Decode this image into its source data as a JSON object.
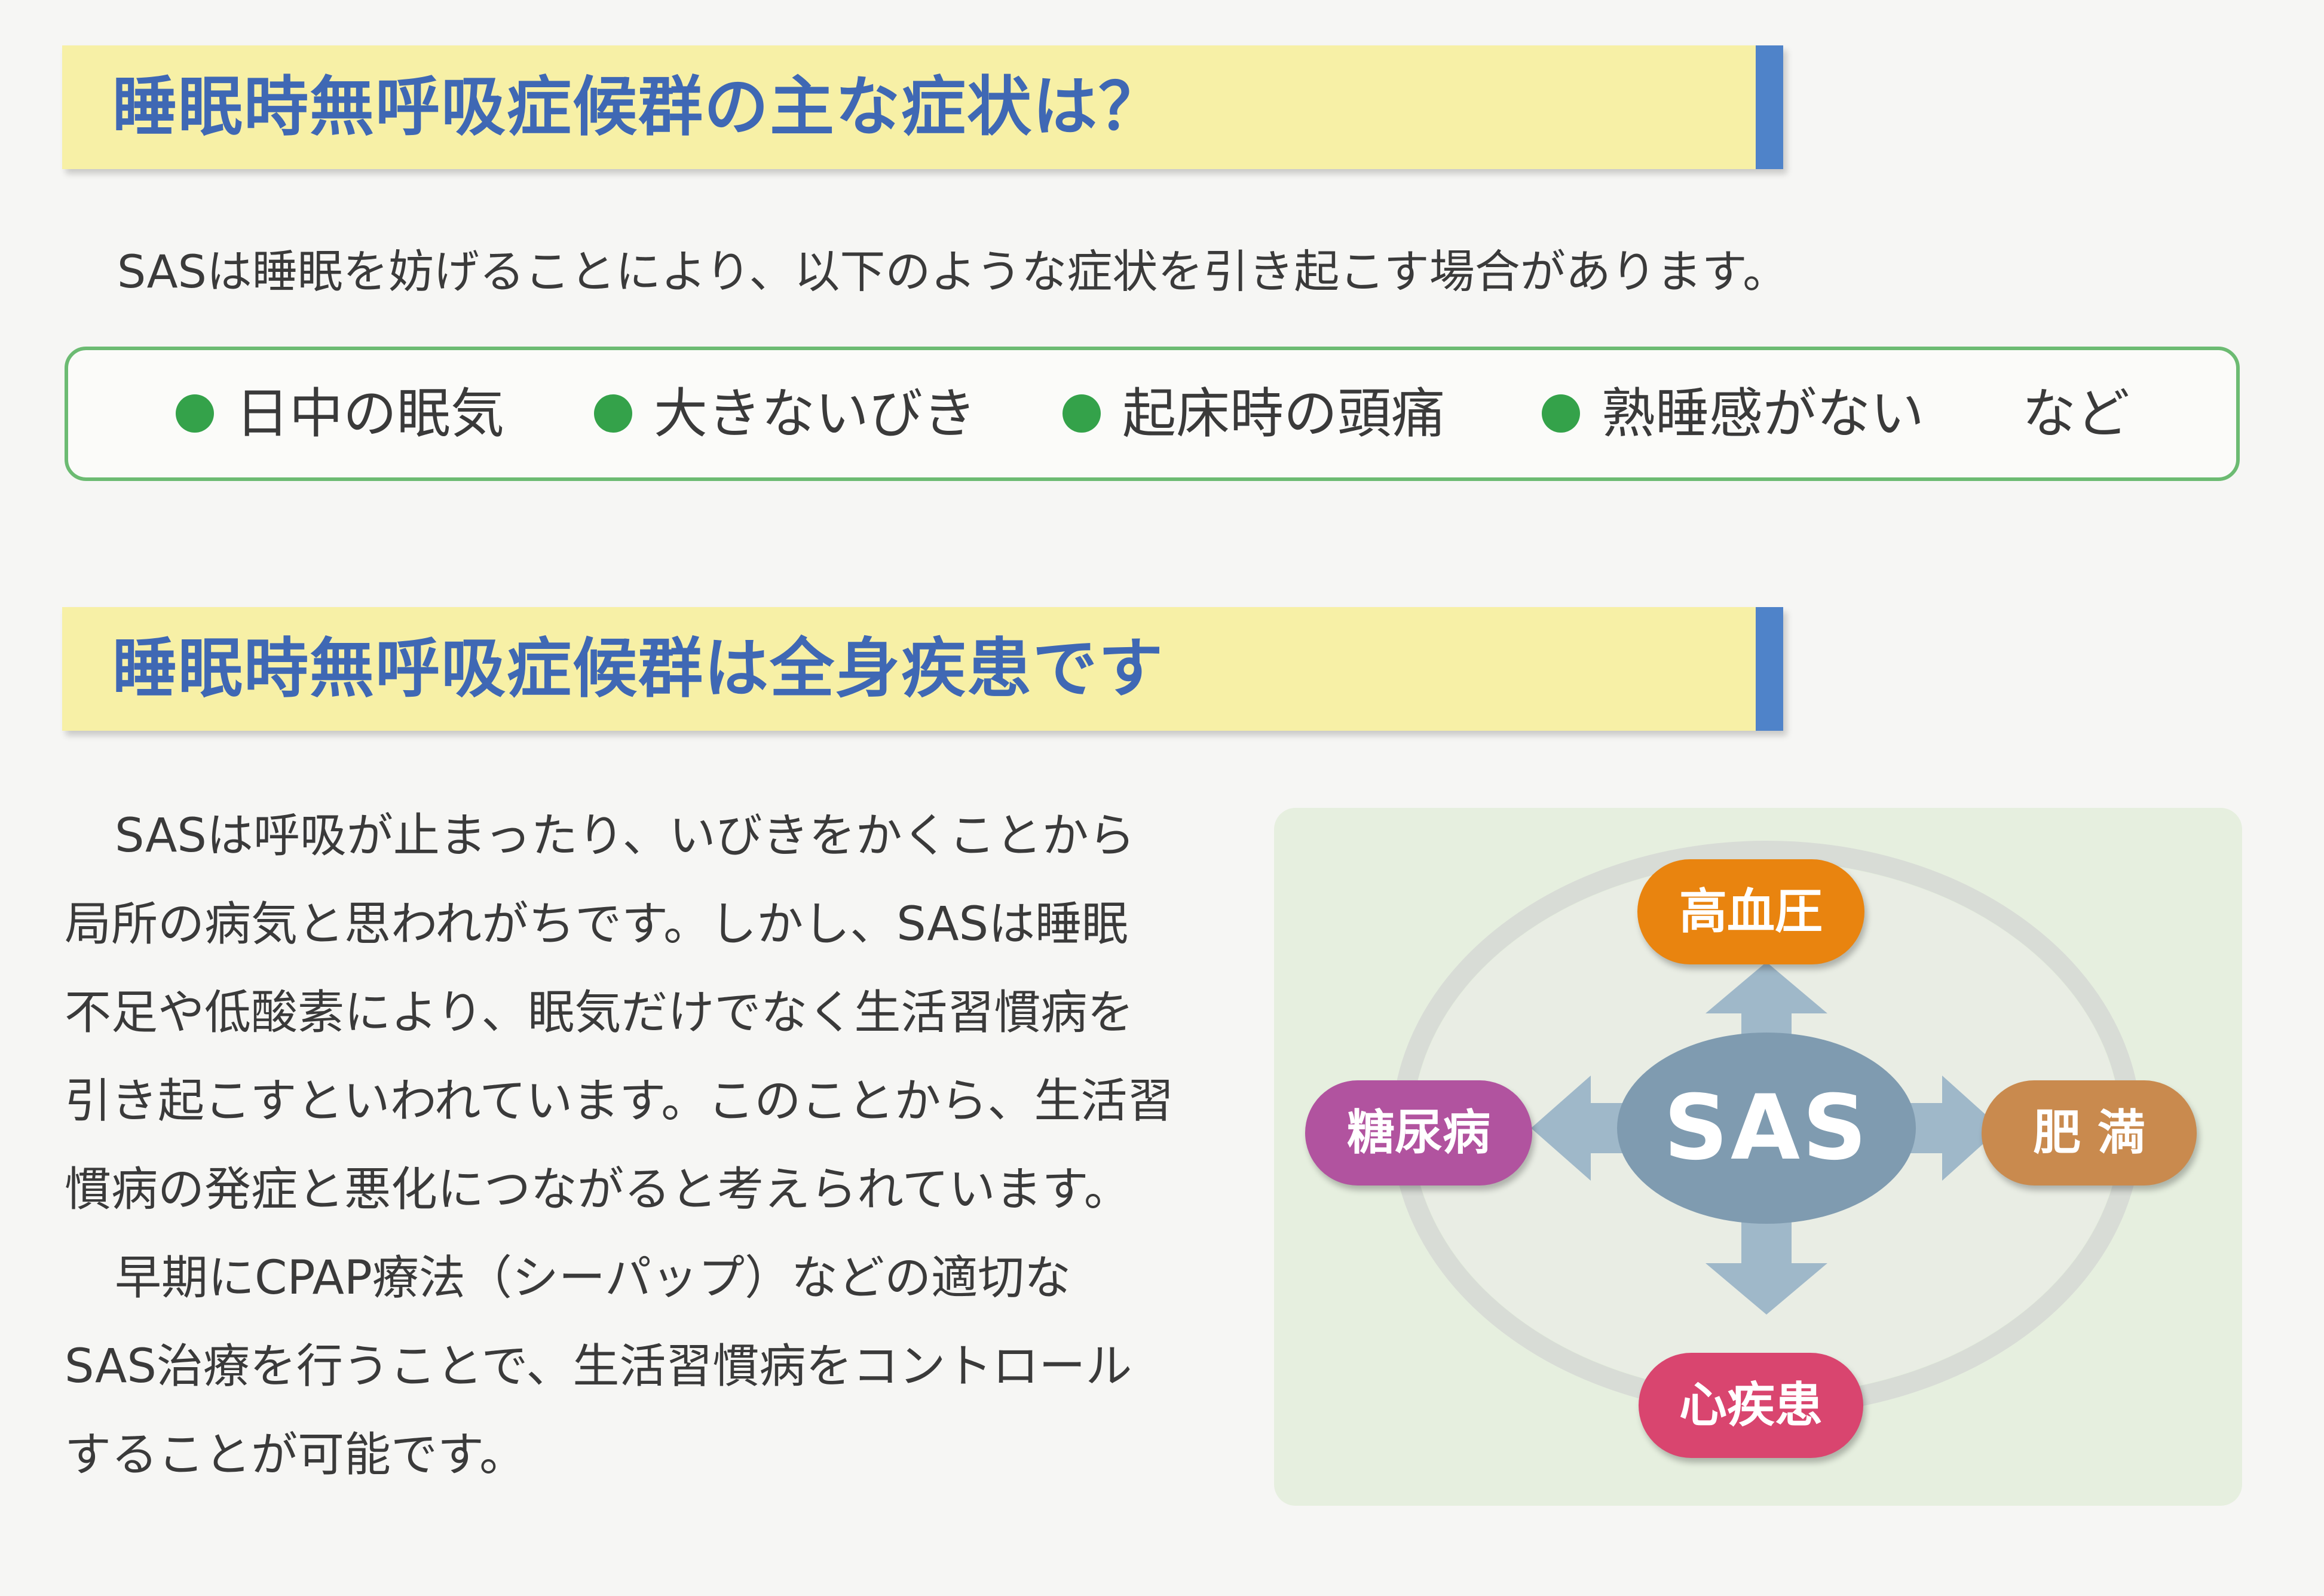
{
  "section1": {
    "title": "睡眠時無呼吸症候群の主な症状は？",
    "intro": "SASは睡眠を妨げることにより、以下のような症状を引き起こす場合があります。",
    "symptoms": [
      "日中の眠気",
      "大きないびき",
      "起床時の頭痛",
      "熟睡感がない"
    ],
    "symptoms_suffix": "など"
  },
  "section2": {
    "title": "睡眠時無呼吸症候群は全身疾患です",
    "paragraph_lines": [
      "SASは呼吸が止まったり、いびきをかくことから",
      "局所の病気と思われがちです。しかし、SASは睡眠",
      "不足や低酸素により、眠気だけでなく生活習慣病を",
      "引き起こすといわれています。このことから、生活習",
      "慣病の発症と悪化につながると考えられています。",
      "早期にCPAP療法（シーパップ）などの適切な",
      "SAS治療を行うことで、生活習慣病をコントロール",
      "することが可能です。"
    ],
    "diagram": {
      "center": "SAS",
      "top": "高血圧",
      "right": "肥 満",
      "bottom": "心疾患",
      "left": "糖尿病",
      "colors": {
        "top": "#e9840f",
        "right": "#c98a4e",
        "bottom": "#d9456f",
        "left": "#b1539f",
        "center": "#7f9bb0",
        "ring": "#d8dcd6",
        "arrow": "#9fb8c9",
        "background": "#e6efdf"
      }
    }
  }
}
